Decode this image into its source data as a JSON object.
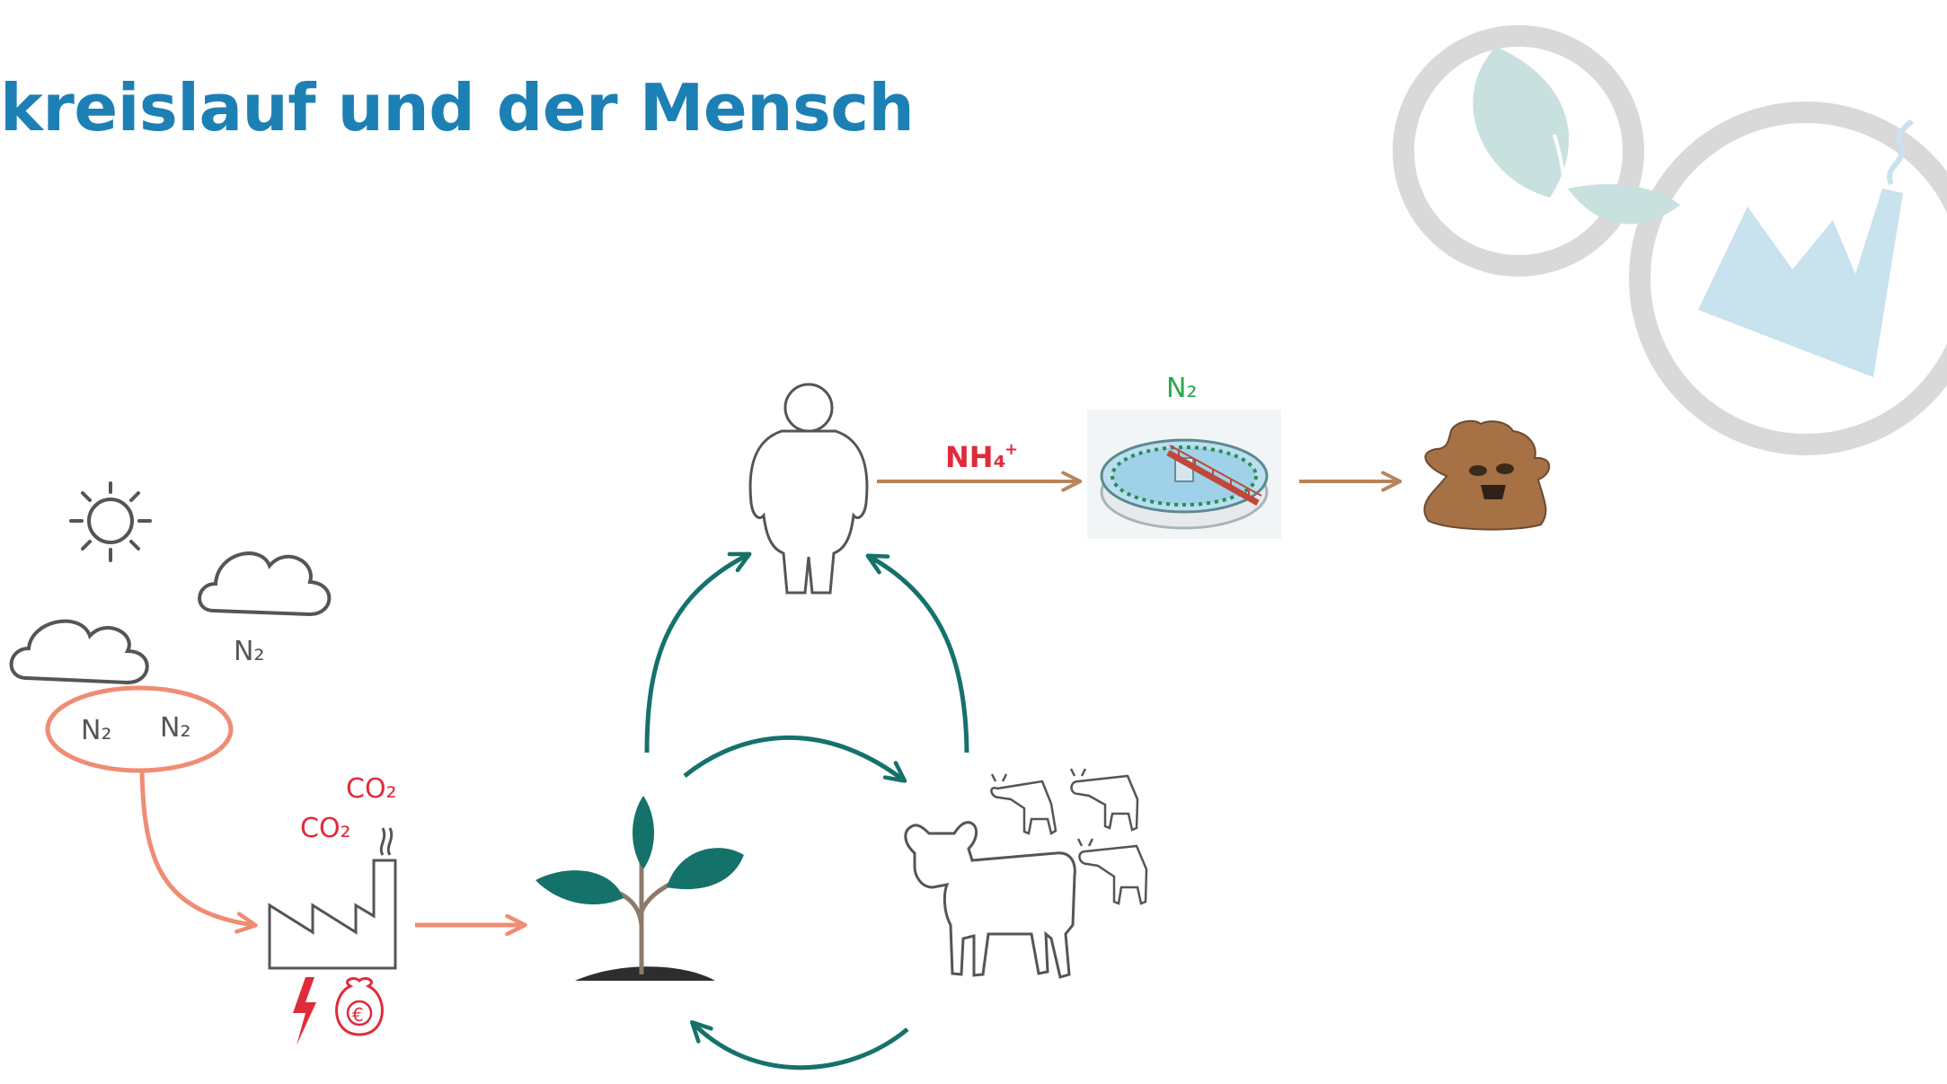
{
  "title": "kreislauf und der Mensch",
  "labels": {
    "n2_sky": "N₂",
    "n2_left": "N₂",
    "n2_right": "N₂",
    "co2_top": "CO₂",
    "co2_bottom": "CO₂",
    "nh4": "NH₄",
    "nh4_sup": "+",
    "n2_plant": "N₂",
    "euro": "€"
  },
  "colors": {
    "title": "#1d80b4",
    "cycle_arrow": "#15726b",
    "haber_arrow": "#f08c74",
    "waste_arrow": "#b9845a",
    "co2_text": "#e02b3b",
    "n2_plant_text": "#2aa84a",
    "logo_ring": "#d9d9d9",
    "logo_leaf": "#c9e1de",
    "logo_factory": "#c8e2ee"
  },
  "icons": [
    "sun-icon",
    "cloud-icon",
    "factory-icon",
    "lightning-icon",
    "money-bag-icon",
    "plant-icon",
    "human-icon",
    "cow-icon",
    "treatment-plant-icon",
    "sludge-monster-icon",
    "logo-icon"
  ]
}
